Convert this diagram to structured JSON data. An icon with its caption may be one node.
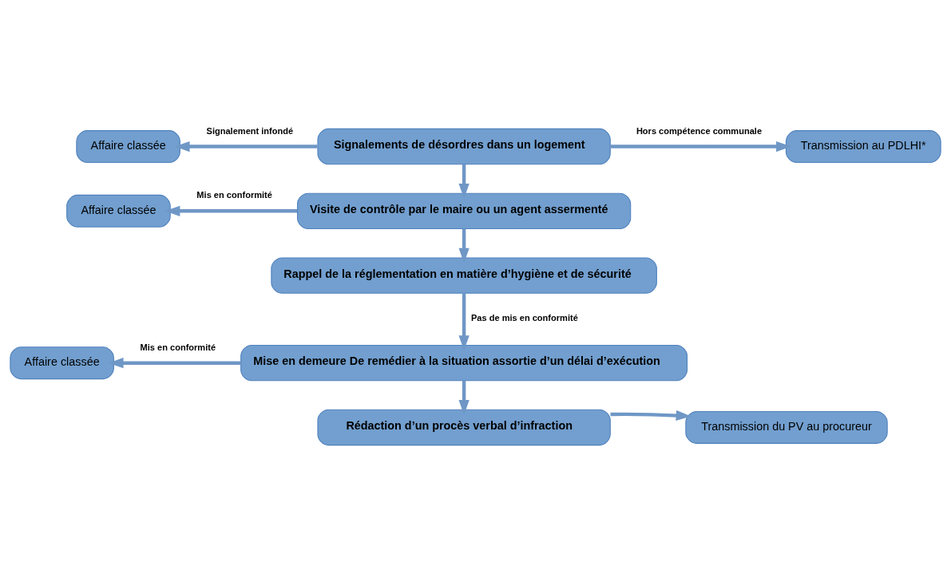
{
  "diagram": {
    "nodes": [
      {
        "text": [
          "Signalements de désordres dans un logement"
        ]
      },
      {
        "text": [
          "Affaire classée"
        ]
      },
      {
        "text": [
          "Transmission au PDLHI*"
        ]
      },
      {
        "text": [
          "Visite de contrôle par le maire ou un agent assermenté"
        ]
      },
      {
        "text": [
          "Affaire classée"
        ]
      },
      {
        "text": [
          "Rappel de la réglementation en matière d’hygiène et de sécurité"
        ]
      },
      {
        "text": [
          "Mise en demeure De remédier à la situation assortie d’un délai d’exécution"
        ]
      },
      {
        "text": [
          "Affaire classée"
        ]
      },
      {
        "text": [
          "Rédaction d’un procès verbal d’infraction"
        ]
      },
      {
        "text": [
          "Transmission du PV au procureur"
        ]
      }
    ],
    "edges": [
      {
        "from": 0,
        "to": 1,
        "arrow": "to",
        "label": "Signalement infondé"
      },
      {
        "from": 0,
        "to": 2,
        "arrow": "to",
        "label": "Hors compétence communale"
      },
      {
        "from": 0,
        "to": 3,
        "arrow": "to"
      },
      {
        "from": 3,
        "to": 4,
        "arrow": "to",
        "label": "Mis en conformité"
      },
      {
        "from": 3,
        "to": 5,
        "arrow": "to"
      },
      {
        "from": 5,
        "to": 6,
        "arrow": "to",
        "label": "Pas de mis en conformité"
      },
      {
        "from": 6,
        "to": 7,
        "arrow": "to",
        "label": "Mis en conformité"
      },
      {
        "from": 6,
        "to": 8,
        "arrow": "to"
      },
      {
        "from": 8,
        "to": 9,
        "arrow": "to"
      }
    ]
  }
}
